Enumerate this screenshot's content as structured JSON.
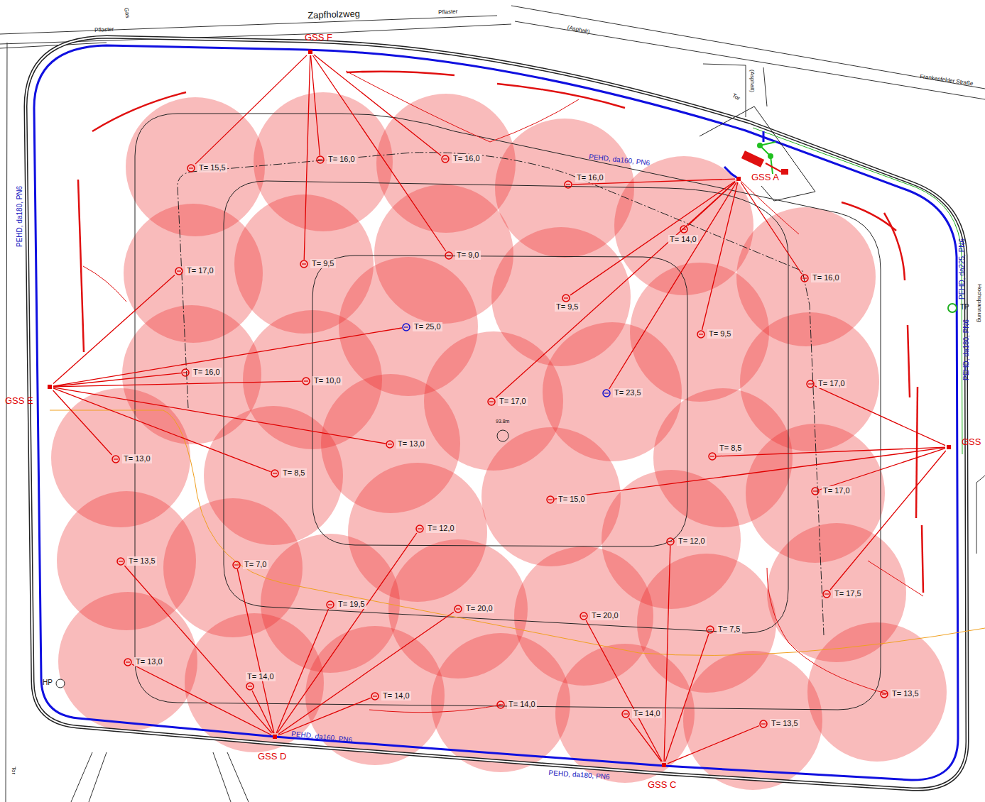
{
  "diagram": {
    "nodes": [
      {
        "text": [
          "GSS F"
        ]
      },
      {
        "text": [
          "T= 15,5"
        ]
      },
      {
        "text": [
          "T= 16,0"
        ]
      },
      {
        "text": [
          "T= 16,0"
        ]
      },
      {
        "text": [
          "T= 9,5"
        ]
      },
      {
        "text": [
          "T= 9,0"
        ]
      },
      {
        "text": [
          "GSS A"
        ]
      },
      {
        "text": [
          "T= 16,0"
        ]
      },
      {
        "text": [
          "T= 14,0"
        ]
      },
      {
        "text": [
          "T= 16,0"
        ]
      },
      {
        "text": [
          "T= 9,5"
        ]
      },
      {
        "text": [
          "T= 9,5"
        ]
      },
      {
        "text": [
          "T= 23,5"
        ]
      },
      {
        "text": [
          "T= 17,0"
        ]
      },
      {
        "text": [
          "GSS E"
        ]
      },
      {
        "text": [
          "T= 17,0"
        ]
      },
      {
        "text": [
          "T= 16,0"
        ]
      },
      {
        "text": [
          "T= 10,0"
        ]
      },
      {
        "text": [
          "T= 25,0"
        ]
      },
      {
        "text": [
          "T= 13,0"
        ]
      },
      {
        "text": [
          "T= 8,5"
        ]
      },
      {
        "text": [
          "T= 13,0"
        ]
      },
      {
        "text": [
          "GSS"
        ]
      },
      {
        "text": [
          "T= 17,0"
        ]
      },
      {
        "text": [
          "T= 8,5"
        ]
      },
      {
        "text": [
          "T= 17,0"
        ]
      },
      {
        "text": [
          "T= 15,0"
        ]
      },
      {
        "text": [
          "T= 17,5"
        ]
      },
      {
        "text": [
          "GSS D"
        ]
      },
      {
        "text": [
          "T= 12,0"
        ]
      },
      {
        "text": [
          "T= 7,0"
        ]
      },
      {
        "text": [
          "T= 19,5"
        ]
      },
      {
        "text": [
          "T= 20,0"
        ]
      },
      {
        "text": [
          "T= 14,0"
        ]
      },
      {
        "text": [
          "T= 14,0"
        ]
      },
      {
        "text": [
          "T= 13,5"
        ]
      },
      {
        "text": [
          "T= 13,0"
        ]
      },
      {
        "text": [
          "GSS C"
        ]
      },
      {
        "text": [
          "T= 12,0"
        ]
      },
      {
        "text": [
          "T= 20,0"
        ]
      },
      {
        "text": [
          "T= 7,5"
        ]
      },
      {
        "text": [
          "T= 14,0"
        ]
      },
      {
        "text": [
          "T= 13,5"
        ]
      },
      {
        "text": [
          "T= 14,0"
        ]
      },
      {
        "text": [
          "T= 13,5"
        ]
      }
    ],
    "edges": [
      {
        "from": 0,
        "to": 1,
        "arrow": "none"
      },
      {
        "from": 0,
        "to": 2,
        "arrow": "none"
      },
      {
        "from": 0,
        "to": 3,
        "arrow": "none"
      },
      {
        "from": 0,
        "to": 4,
        "arrow": "none"
      },
      {
        "from": 0,
        "to": 5,
        "arrow": "none"
      },
      {
        "from": 6,
        "to": 7,
        "arrow": "none"
      },
      {
        "from": 6,
        "to": 8,
        "arrow": "none"
      },
      {
        "from": 6,
        "to": 9,
        "arrow": "none"
      },
      {
        "from": 6,
        "to": 10,
        "arrow": "none"
      },
      {
        "from": 6,
        "to": 11,
        "arrow": "none"
      },
      {
        "from": 6,
        "to": 12,
        "arrow": "none"
      },
      {
        "from": 6,
        "to": 13,
        "arrow": "none"
      },
      {
        "from": 14,
        "to": 15,
        "arrow": "none"
      },
      {
        "from": 14,
        "to": 16,
        "arrow": "none"
      },
      {
        "from": 14,
        "to": 17,
        "arrow": "none"
      },
      {
        "from": 14,
        "to": 18,
        "arrow": "none"
      },
      {
        "from": 14,
        "to": 19,
        "arrow": "none"
      },
      {
        "from": 14,
        "to": 20,
        "arrow": "none"
      },
      {
        "from": 14,
        "to": 21,
        "arrow": "none"
      },
      {
        "from": 22,
        "to": 23,
        "arrow": "none"
      },
      {
        "from": 22,
        "to": 24,
        "arrow": "none"
      },
      {
        "from": 22,
        "to": 25,
        "arrow": "none"
      },
      {
        "from": 22,
        "to": 26,
        "arrow": "none"
      },
      {
        "from": 22,
        "to": 27,
        "arrow": "none"
      },
      {
        "from": 28,
        "to": 29,
        "arrow": "none"
      },
      {
        "from": 28,
        "to": 30,
        "arrow": "none"
      },
      {
        "from": 28,
        "to": 31,
        "arrow": "none"
      },
      {
        "from": 28,
        "to": 32,
        "arrow": "none"
      },
      {
        "from": 28,
        "to": 33,
        "arrow": "none"
      },
      {
        "from": 28,
        "to": 34,
        "arrow": "none"
      },
      {
        "from": 28,
        "to": 35,
        "arrow": "none"
      },
      {
        "from": 28,
        "to": 36,
        "arrow": "none"
      },
      {
        "from": 37,
        "to": 38,
        "arrow": "none"
      },
      {
        "from": 37,
        "to": 39,
        "arrow": "none"
      },
      {
        "from": 37,
        "to": 40,
        "arrow": "none"
      },
      {
        "from": 37,
        "to": 41,
        "arrow": "none"
      },
      {
        "from": 37,
        "to": 42,
        "arrow": "none"
      }
    ],
    "labels": [
      "Zapfholzweg",
      "Pflaster",
      "Pflaster",
      "Gas",
      "(Asphalt)",
      "(Asphalt)",
      "Frankenfelder Straße",
      "Tor",
      "PEHD, da180, PN6",
      "PEHD, da160, PN6",
      "PEHD, da225, PN6",
      "Hochspannung",
      "TP",
      "PEHD, da180, PN6",
      "93.8m",
      "HP",
      "PEHD, da160, PN6",
      "PEHD, da180, PN6",
      "Tor"
    ]
  }
}
